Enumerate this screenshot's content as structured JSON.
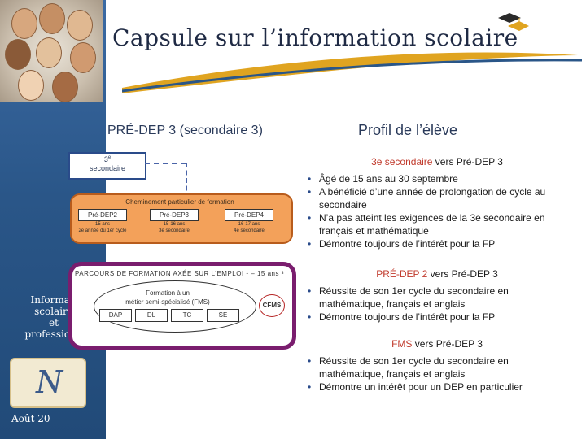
{
  "header": {
    "title": "Capsule sur l’information scolaire"
  },
  "sidebar": {
    "title": "Informati\nscolaire\net\nprofessionn",
    "date": "Août 20"
  },
  "left": {
    "heading": "PRÉ-DEP 3 (secondaire 3)",
    "sec_box": {
      "line1": "3",
      "sup": "e",
      "line2": "secondaire"
    },
    "cheminement": "Cheminement particulier de formation",
    "pre_deps": [
      {
        "label": "Pré-DEP2",
        "detail": "15 ans\n2e année du 1er cycle"
      },
      {
        "label": "Pré-DEP3",
        "detail": "15-16 ans\n3e secondaire"
      },
      {
        "label": "Pré-DEP4",
        "detail": "16-17 ans\n4e secondaire"
      }
    ],
    "parcours": "PARCOURS DE FORMATION AXÉE SUR L’EMPLOI",
    "parcours_age": "¹ – 15 ans ³",
    "fms_label": "Formation à un\nmétier semi-spécialisé (FMS)",
    "options": [
      "DAP",
      "DL",
      "TC",
      "SE"
    ],
    "cfms": "CFMS"
  },
  "right": {
    "heading": "Profil de l’élève",
    "sections": [
      {
        "highlight": "3e secondaire",
        "rest": "vers Pré-DEP 3",
        "bullets": [
          "Âgé de 15 ans au 30 septembre",
          "A bénéficié d’une année de prolongation de cycle au secondaire",
          "N’a pas atteint les exigences de la 3e secondaire en français et mathématique",
          "Démontre toujours de l’intérêt pour la FP"
        ]
      },
      {
        "highlight": "PRÉ-DEP 2",
        "rest": "vers Pré-DEP 3",
        "bullets": [
          "Réussite de son 1er cycle du secondaire en mathématique, français et anglais",
          "Démontre toujours de l’intérêt pour la FP"
        ]
      },
      {
        "highlight": "FMS",
        "rest": "vers Pré-DEP 3",
        "bullets": [
          "Réussite de son 1er cycle du secondaire en mathématique, français et anglais",
          "Démontre un intérêt pour un DEP en particulier"
        ]
      }
    ]
  },
  "colors": {
    "sidebar": "#2a5688",
    "swoosh_gold": "#e0a420",
    "orange_box": "#f3a15a",
    "purple_border": "#7a1d6e",
    "highlight_red": "#c0392b"
  },
  "icons": [
    "graduation-caps-icon",
    "students-photo",
    "logo-n"
  ]
}
